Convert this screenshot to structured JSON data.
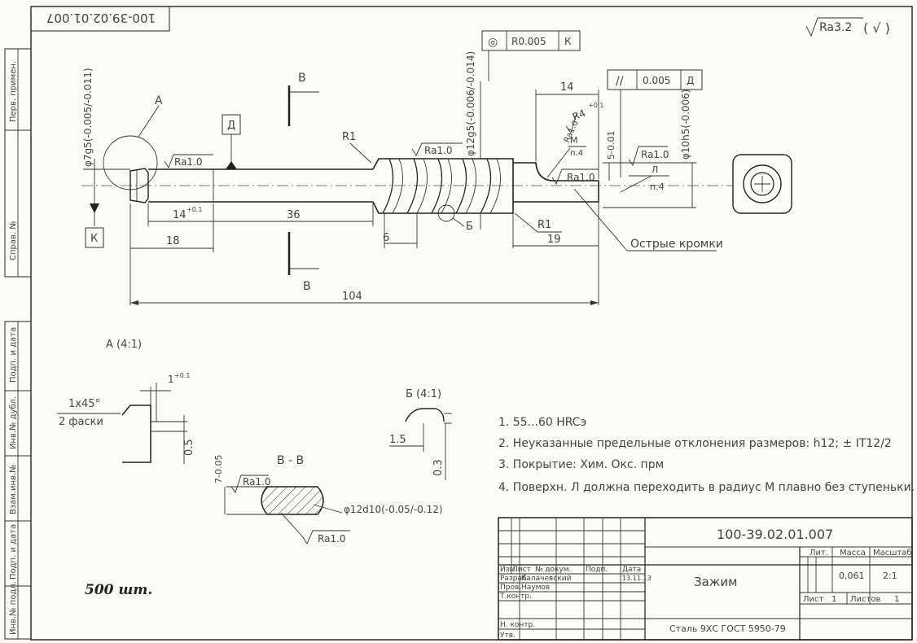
{
  "drawing": {
    "stamp_top": "100-39.02.01.007",
    "roughness_general": "Ra3.2",
    "side_labels": [
      "Перв. примен.",
      "Справ. №",
      "Подп. и дата",
      "Инв.№ дубл.",
      "Взам.инв.№",
      "Подп. и дата",
      "Инв.№ подл."
    ],
    "tolerance_frame_1": {
      "symbol": "◎",
      "value": "R0.005",
      "datum": "К"
    },
    "tolerance_frame_2": {
      "symbol": "//",
      "value": "0.005",
      "datum": "Д"
    },
    "datum_d": "Д",
    "datum_k": "К",
    "section_letter": "В",
    "detail_a": "А",
    "detail_b": "Б",
    "radius_r1": "R1",
    "radius_r4": "R4",
    "radius_r4_tol": "+0.1",
    "m_label": "М",
    "p4_label": "п.4",
    "l_label": "Л",
    "ra10": "Ra1.0",
    "d7": "φ7g5(-0.005/-0.011)",
    "d12": "φ12g5(-0.006/-0.014)",
    "d10": "φ10h5(-0.006)",
    "dim_5": "5-0.01",
    "dim_14_top": "14",
    "dim_14": "14",
    "dim_14_tol": "+0.1",
    "dim_36": "36",
    "dim_18": "18",
    "dim_6": "6",
    "dim_19": "19",
    "dim_104": "104",
    "sharp_edges": "Острые кромки",
    "view_a_title": "А (4:1)",
    "view_a_chamfer": "1х45°",
    "view_a_chamfer2": "2 фаски",
    "view_a_1": "1",
    "view_a_1_tol": "+0.1",
    "view_a_05": "0.5",
    "view_b_title": "Б (4:1)",
    "view_b_15": "1.5",
    "view_b_03": "0.3",
    "section_title": "В - В",
    "section_7": "7-0.05",
    "section_d12": "φ12d10(-0.05/-0.12)",
    "quantity": "500 шт.",
    "notes": [
      "1. 55...60 HRCэ",
      "2. Неуказанные предельные отклонения размеров: h12; ± IT12/2",
      "3. Покрытие: Хим. Окс. прм",
      "4. Поверхн. Л должна переходить в радиус М плавно без ступеньки."
    ]
  },
  "title_block": {
    "code": "100-39.02.01.007",
    "name": "Зажим",
    "material": "Сталь 9ХС ГОСТ 5950-79",
    "headers": [
      "Изм.",
      "Лист",
      "№ докум.",
      "Подп.",
      "Дата"
    ],
    "rows": [
      {
        "label": "Разраб.",
        "name": "Калачевский",
        "date": "13.11.13"
      },
      {
        "label": "Пров.",
        "name": "Наумов",
        "date": ""
      },
      {
        "label": "Т.контр.",
        "name": "",
        "date": ""
      },
      {
        "label": "Н. контр.",
        "name": "",
        "date": ""
      },
      {
        "label": "Утв.",
        "name": "",
        "date": ""
      }
    ],
    "lit": "Лит.",
    "mass_label": "Масса",
    "mass": "0,061",
    "scale_label": "Масштаб",
    "scale": "2:1",
    "sheet_label": "Лист",
    "sheet": "1",
    "sheets_label": "Листов",
    "sheets": "1"
  }
}
